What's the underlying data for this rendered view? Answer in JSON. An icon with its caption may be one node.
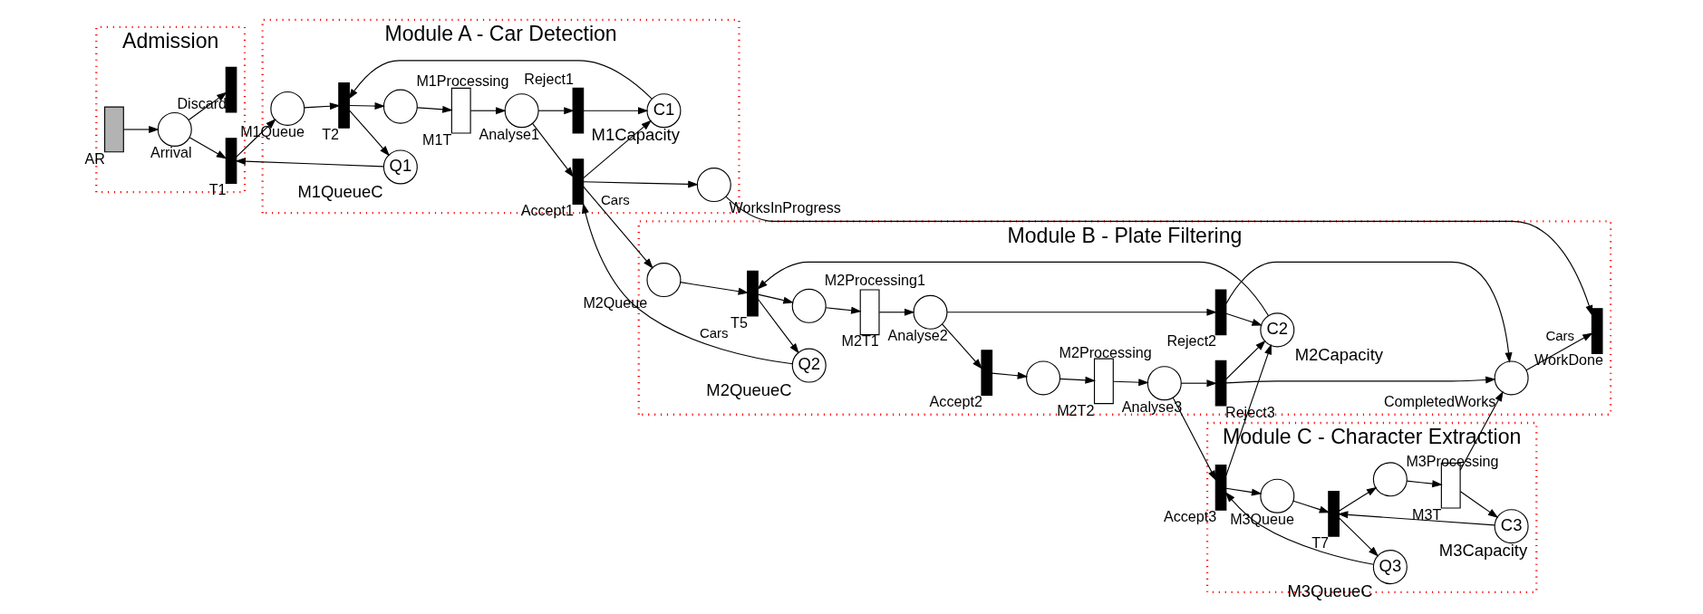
{
  "diagram": {
    "nodes": [
      {
        "text": [
          "Admission"
        ]
      },
      {
        "text": [
          "Module A - Car Detection"
        ]
      },
      {
        "text": [
          "Module B - Plate Filtering"
        ]
      },
      {
        "text": [
          "Module C - Character Extraction"
        ]
      },
      {
        "text": [],
        "shape": "box",
        "beside": [
          "AR"
        ],
        "in": 0
      },
      {
        "text": [],
        "shape": "circle",
        "beside": [
          "Arrival"
        ],
        "in": 0
      },
      {
        "text": [],
        "shape": "bar",
        "beside": [
          "T1"
        ],
        "in": 0
      },
      {
        "text": [],
        "shape": "bar",
        "beside": [
          "Discard"
        ],
        "in": 0
      },
      {
        "text": [
          "Q1"
        ],
        "beside": [
          "M1QueueC"
        ],
        "in": 1
      },
      {
        "text": [],
        "shape": "circle",
        "beside": [
          "M1Queue"
        ],
        "in": 1
      },
      {
        "text": [],
        "shape": "bar",
        "beside": [
          "T2"
        ],
        "in": 1
      },
      {
        "text": [
          "C1"
        ],
        "beside": [
          "M1Capacity"
        ],
        "in": 1
      },
      {
        "text": [],
        "shape": "circle",
        "beside": [
          "M1Processing"
        ],
        "in": 1
      },
      {
        "text": [],
        "shape": "box",
        "beside": [
          "M1T"
        ],
        "in": 1
      },
      {
        "text": [],
        "shape": "circle",
        "beside": [
          "Analyse1"
        ],
        "in": 1
      },
      {
        "text": [],
        "shape": "bar",
        "beside": [
          "Reject1"
        ],
        "in": 1
      },
      {
        "text": [],
        "shape": "bar",
        "beside": [
          "Accept1"
        ],
        "in": 1
      },
      {
        "text": [],
        "shape": "circle",
        "beside": [
          "WorksInProgress"
        ],
        "in": 1
      },
      {
        "text": [],
        "shape": "circle",
        "beside": [
          "M2Queue"
        ],
        "in": 2
      },
      {
        "text": [
          "Q2"
        ],
        "beside": [
          "M2QueueC"
        ],
        "in": 2
      },
      {
        "text": [],
        "shape": "bar",
        "beside": [
          "T5"
        ],
        "in": 2
      },
      {
        "text": [],
        "shape": "circle",
        "beside": [
          "M2Processing1"
        ],
        "in": 2
      },
      {
        "text": [],
        "shape": "box",
        "beside": [
          "M2T1"
        ],
        "in": 2
      },
      {
        "text": [
          "C2"
        ],
        "beside": [
          "M2Capacity"
        ],
        "in": 2
      },
      {
        "text": [],
        "shape": "circle",
        "beside": [
          "Analyse2"
        ],
        "in": 2
      },
      {
        "text": [],
        "shape": "bar",
        "beside": [
          "Reject2"
        ],
        "in": 2
      },
      {
        "text": [],
        "shape": "bar",
        "beside": [
          "Accept2"
        ],
        "in": 2
      },
      {
        "text": [],
        "shape": "circle",
        "beside": [
          "M2Processing"
        ],
        "in": 2
      },
      {
        "text": [],
        "shape": "box",
        "beside": [
          "M2T2"
        ],
        "in": 2
      },
      {
        "text": [],
        "shape": "circle",
        "beside": [
          "Analyse3"
        ],
        "in": 2
      },
      {
        "text": [],
        "shape": "bar",
        "beside": [
          "Reject3"
        ],
        "in": 2
      },
      {
        "text": [],
        "shape": "circle",
        "beside": [
          "CompletedWorks"
        ],
        "in": 2
      },
      {
        "text": [],
        "shape": "bar",
        "beside": [
          "WorkDone"
        ],
        "in": 2
      },
      {
        "text": [],
        "shape": "bar",
        "beside": [
          "Accept3"
        ],
        "in": 3
      },
      {
        "text": [
          "Q3"
        ],
        "beside": [
          "M3QueueC"
        ],
        "in": 3
      },
      {
        "text": [],
        "shape": "circle",
        "beside": [
          "M3Queue"
        ],
        "in": 3
      },
      {
        "text": [],
        "shape": "bar",
        "beside": [
          "T7"
        ],
        "in": 3
      },
      {
        "text": [
          "C3"
        ],
        "beside": [
          "M3Capacity"
        ],
        "in": 3
      },
      {
        "text": [],
        "shape": "circle",
        "beside": [
          "M3Processing"
        ],
        "in": 3
      },
      {
        "text": [],
        "shape": "box",
        "beside": [
          "M3T"
        ],
        "in": 3
      }
    ],
    "edges": [
      {
        "from": 4,
        "to": 5,
        "arrow": "to"
      },
      {
        "from": 5,
        "to": 6,
        "arrow": "to"
      },
      {
        "from": 5,
        "to": 7,
        "arrow": "to"
      },
      {
        "from": 8,
        "to": 6,
        "arrow": "to"
      },
      {
        "from": 6,
        "to": 9,
        "arrow": "to"
      },
      {
        "from": 9,
        "to": 10,
        "arrow": "to"
      },
      {
        "from": 10,
        "to": 8,
        "arrow": "to"
      },
      {
        "from": 11,
        "to": 10,
        "arrow": "to"
      },
      {
        "from": 10,
        "to": 12,
        "arrow": "to"
      },
      {
        "from": 12,
        "to": 13,
        "arrow": "to"
      },
      {
        "from": 13,
        "to": 14,
        "arrow": "to"
      },
      {
        "from": 14,
        "to": 16,
        "arrow": "to"
      },
      {
        "from": 14,
        "to": 15,
        "arrow": "to"
      },
      {
        "from": 15,
        "to": 11,
        "arrow": "to"
      },
      {
        "from": 16,
        "to": 11,
        "arrow": "to"
      },
      {
        "from": 16,
        "to": 17,
        "arrow": "to"
      },
      {
        "from": 16,
        "to": 18,
        "arrow": "to",
        "label": "Cars"
      },
      {
        "from": 19,
        "to": 16,
        "arrow": "to",
        "label": "Cars"
      },
      {
        "from": 18,
        "to": 20,
        "arrow": "to"
      },
      {
        "from": 20,
        "to": 19,
        "arrow": "to"
      },
      {
        "from": 23,
        "to": 20,
        "arrow": "to"
      },
      {
        "from": 20,
        "to": 21,
        "arrow": "to"
      },
      {
        "from": 21,
        "to": 22,
        "arrow": "to"
      },
      {
        "from": 22,
        "to": 24,
        "arrow": "to"
      },
      {
        "from": 24,
        "to": 25,
        "arrow": "to"
      },
      {
        "from": 24,
        "to": 26,
        "arrow": "to"
      },
      {
        "from": 26,
        "to": 27,
        "arrow": "to"
      },
      {
        "from": 27,
        "to": 28,
        "arrow": "to"
      },
      {
        "from": 28,
        "to": 29,
        "arrow": "to"
      },
      {
        "from": 29,
        "to": 33,
        "arrow": "to"
      },
      {
        "from": 29,
        "to": 30,
        "arrow": "to"
      },
      {
        "from": 30,
        "to": 23,
        "arrow": "to"
      },
      {
        "from": 30,
        "to": 31,
        "arrow": "to"
      },
      {
        "from": 25,
        "to": 31,
        "arrow": "to"
      },
      {
        "from": 25,
        "to": 23,
        "arrow": "to"
      },
      {
        "from": 33,
        "to": 23,
        "arrow": "to"
      },
      {
        "from": 33,
        "to": 35,
        "arrow": "to"
      },
      {
        "from": 34,
        "to": 33,
        "arrow": "to"
      },
      {
        "from": 35,
        "to": 36,
        "arrow": "to"
      },
      {
        "from": 36,
        "to": 34,
        "arrow": "to"
      },
      {
        "from": 37,
        "to": 36,
        "arrow": "to"
      },
      {
        "from": 36,
        "to": 38,
        "arrow": "to"
      },
      {
        "from": 38,
        "to": 39,
        "arrow": "to"
      },
      {
        "from": 39,
        "to": 37,
        "arrow": "to"
      },
      {
        "from": 39,
        "to": 31,
        "arrow": "to"
      },
      {
        "from": 17,
        "to": 32,
        "arrow": "to"
      },
      {
        "from": 31,
        "to": 32,
        "arrow": "to",
        "label": "Cars"
      }
    ]
  }
}
